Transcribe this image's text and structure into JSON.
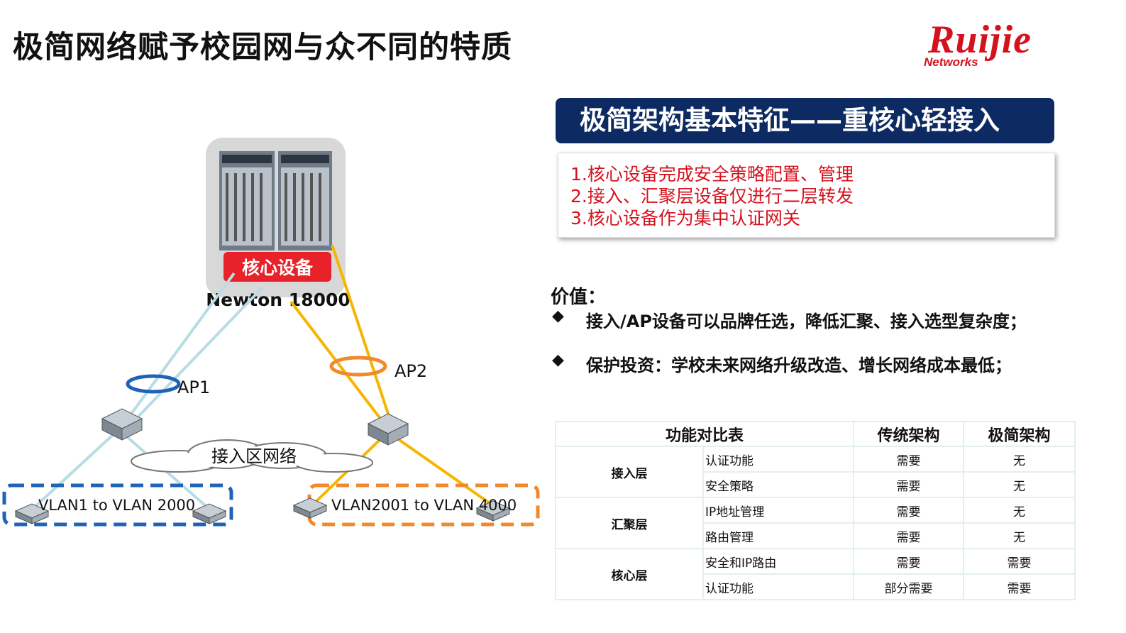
{
  "title": "极简网络赋予校园网与众不同的特质",
  "logo": {
    "brand": "Ruijie",
    "sub": "Networks"
  },
  "banner": "极简架构基本特征——重核心轻接入",
  "features": [
    "1.核心设备完成安全策略配置、管理",
    "2.接入、汇聚层设备仅进行二层转发",
    "3.核心设备作为集中认证网关"
  ],
  "value": {
    "title": "价值：",
    "bullets": [
      "接入/AP设备可以品牌任选，降低汇聚、接入选型复杂度；",
      "保护投资：学校未来网络升级改造、增长网络成本最低；"
    ],
    "bullet_symbol": "◆"
  },
  "diagram": {
    "core_label": "核心设备",
    "core_model": "Newton 18000",
    "ap1": "AP1",
    "ap2": "AP2",
    "cloud": "接入区网络",
    "vlan_left": "VLAN1 to VLAN 2000",
    "vlan_right": "VLAN2001 to VLAN 4000",
    "colors": {
      "red": "#e8222a",
      "blue_ring": "#1f63b8",
      "orange_ring": "#f08a2c",
      "light_link": "#b7dde4",
      "yellow_link": "#f7b500"
    }
  },
  "table": {
    "headers": [
      "功能对比表",
      "传统架构",
      "极简架构"
    ],
    "groups": [
      {
        "name": "接入层",
        "rows": [
          {
            "feature": "认证功能",
            "traditional": "需要",
            "simple": "无"
          },
          {
            "feature": "安全策略",
            "traditional": "需要",
            "simple": "无"
          }
        ]
      },
      {
        "name": "汇聚层",
        "rows": [
          {
            "feature": "IP地址管理",
            "traditional": "需要",
            "simple": "无"
          },
          {
            "feature": "路由管理",
            "traditional": "需要",
            "simple": "无"
          }
        ]
      },
      {
        "name": "核心层",
        "rows": [
          {
            "feature": "安全和IP路由",
            "traditional": "需要",
            "simple": "需要"
          },
          {
            "feature": "认证功能",
            "traditional": "部分需要",
            "simple": "需要"
          }
        ]
      }
    ]
  }
}
